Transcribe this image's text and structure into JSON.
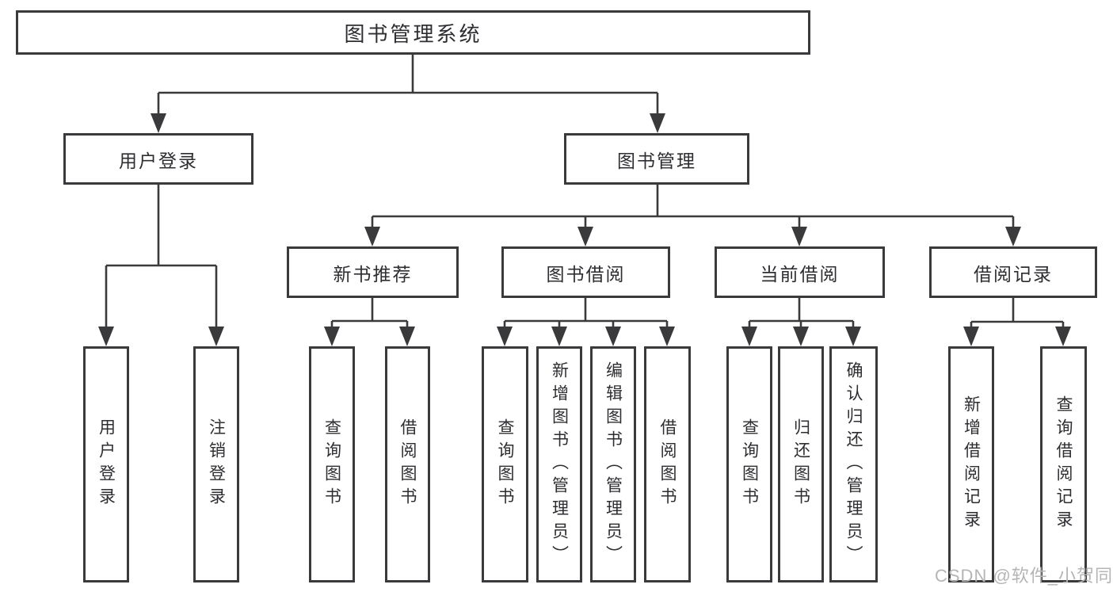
{
  "diagram": {
    "root": {
      "label": "图书管理系统"
    },
    "children": [
      {
        "label": "用户登录",
        "children": [
          {
            "label": "用户登录"
          },
          {
            "label": "注销登录"
          }
        ]
      },
      {
        "label": "图书管理",
        "children": [
          {
            "label": "新书推荐",
            "children": [
              {
                "label": "查询图书"
              },
              {
                "label": "借阅图书"
              }
            ]
          },
          {
            "label": "图书借阅",
            "children": [
              {
                "label": "查询图书"
              },
              {
                "label": "新增图书（管理员）"
              },
              {
                "label": "编辑图书（管理员）"
              },
              {
                "label": "借阅图书"
              }
            ]
          },
          {
            "label": "当前借阅",
            "children": [
              {
                "label": "查询图书"
              },
              {
                "label": "归还图书"
              },
              {
                "label": "确认归还（管理员）"
              }
            ]
          },
          {
            "label": "借阅记录",
            "children": [
              {
                "label": "新增借阅记录"
              },
              {
                "label": "查询借阅记录"
              }
            ]
          }
        ]
      }
    ]
  },
  "watermark": "CSDN @软件_小贺同学",
  "colors": {
    "line": "#3a3a3d",
    "text": "#2e2e32",
    "watermark": "#b5b5b6",
    "background": "#ffffff"
  }
}
